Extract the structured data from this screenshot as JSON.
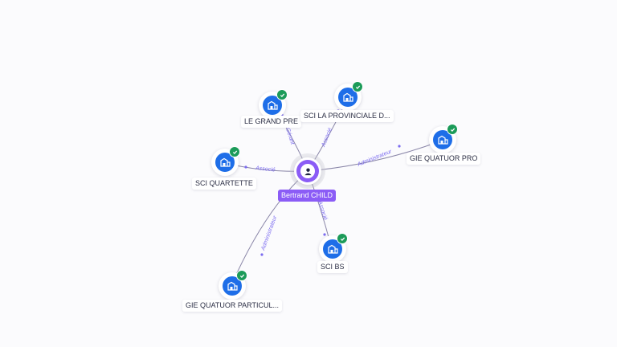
{
  "center": {
    "label": "Bertrand CHILD",
    "icon": "person-icon"
  },
  "colors": {
    "accent": "#8b5cf6",
    "node": "#1e6ee8",
    "check": "#1c9b59",
    "edge": "#8a86a8",
    "edge_label": "#7c6cf0"
  },
  "entities": [
    {
      "id": "le-grand-pre",
      "label": "LE GRAND PRE",
      "relation": "Gérant",
      "icon": "company-building-icon",
      "verified": true
    },
    {
      "id": "sci-la-provinciale",
      "label": "SCI LA PROVINCIALE D...",
      "relation": "Associé",
      "icon": "company-building-icon",
      "verified": true
    },
    {
      "id": "gie-quatuor-pro",
      "label": "GIE QUATUOR PRO",
      "relation": "Administrateur",
      "icon": "company-building-icon",
      "verified": true
    },
    {
      "id": "sci-quartette",
      "label": "SCI QUARTETTE",
      "relation": "Associé",
      "icon": "company-building-icon",
      "verified": true
    },
    {
      "id": "sci-bs",
      "label": "SCI BS",
      "relation": "Associé",
      "icon": "company-building-icon",
      "verified": true
    },
    {
      "id": "gie-quatuor-particul",
      "label": "GIE QUATUOR PARTICUL...",
      "relation": "Administrateur",
      "icon": "company-building-icon",
      "verified": true
    }
  ]
}
